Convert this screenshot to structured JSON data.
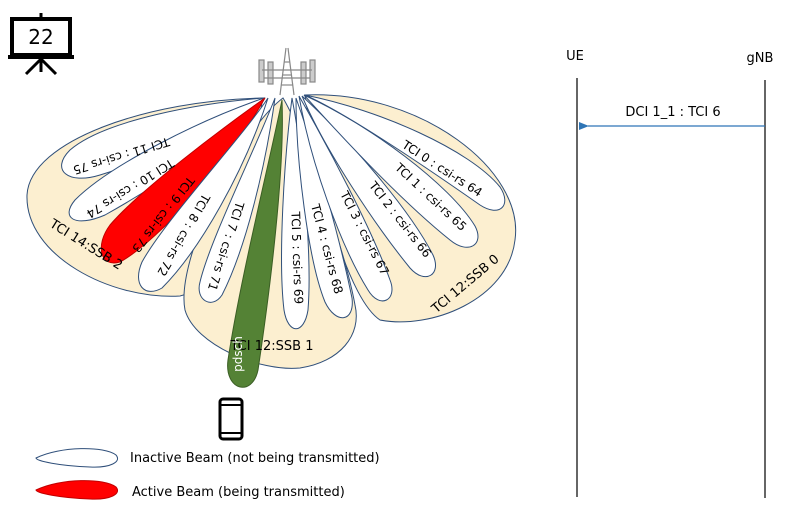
{
  "slide_number": "22",
  "colors": {
    "ssb_fill": "#fcefd0",
    "beam_outline": "#2f4f7a",
    "active_beam": "#ff0000",
    "pdsch_beam": "#548235",
    "arrow": "#2e75b6"
  },
  "icons": {
    "presentation": "projector-screen-icon",
    "tower": "cell-tower-icon",
    "phone": "smartphone-icon"
  },
  "ssb_beams": {
    "left": "TCI 14:SSB 2",
    "center": "TCI 12:SSB 1",
    "right": "TCI 12:SSB 0"
  },
  "csi_beams": {
    "tci11": "TCI 11 : csi-rs 75",
    "tci10": "TCI 10 : csi-rs 74",
    "tci9": "TCI 9 : csi-rs 73",
    "tci8": "TCI 8 : csi-rs 72",
    "tci7": "TCI 7 : csi-rs 71",
    "tci5": "TCI 5 : csi-rs 69",
    "tci4": "TCI 4 : csi-rs 68",
    "tci3": "TCI 3 : csi-rs 67",
    "tci2": "TCI 2 : csi-rs 66",
    "tci1": "TCI 1 : csi-rs 65",
    "tci0": "TCI 0 : csi-rs 64"
  },
  "pdsch_label": "pdsch",
  "legend": {
    "inactive": "Inactive Beam (not being  transmitted)",
    "active": "Active Beam (being  transmitted)"
  },
  "sequence": {
    "ue": "UE",
    "gnb": "gNB",
    "message": "DCI 1_1 : TCI 6"
  }
}
